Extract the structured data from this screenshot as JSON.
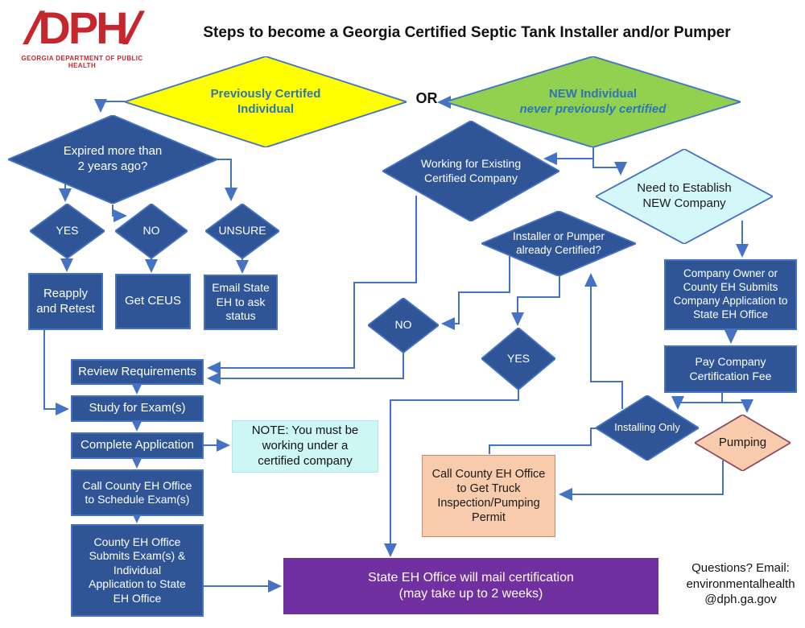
{
  "header": {
    "logo_acronym": "DPH",
    "logo_caption": "GEORGIA DEPARTMENT OF PUBLIC HEALTH",
    "title": "Steps to become a Georgia Certified Septic Tank Installer and/or Pumper"
  },
  "nodes": {
    "prev_certified": {
      "label": "Previously Certifed\nIndividual"
    },
    "or": {
      "label": "OR"
    },
    "new_individual": {
      "line1": "NEW Individual",
      "line2": "never previously certified"
    },
    "expired": {
      "label": "Expired more than\n2 years ago?"
    },
    "yes1": {
      "label": "YES"
    },
    "no1": {
      "label": "NO"
    },
    "unsure": {
      "label": "UNSURE"
    },
    "reapply": {
      "label": "Reapply\nand Retest"
    },
    "ceus": {
      "label": "Get CEUS"
    },
    "email_state": {
      "label": "Email State\nEH to ask\nstatus"
    },
    "review": {
      "label": "Review Requirements"
    },
    "study": {
      "label": "Study for Exam(s)"
    },
    "complete_app": {
      "label": "Complete Application"
    },
    "call_county": {
      "label": "Call County EH Office\nto Schedule Exam(s)"
    },
    "county_submits": {
      "label": "County EH Office\nSubmits Exam(s) &\nIndividual\nApplication to State\nEH Office"
    },
    "note": {
      "label": "NOTE: You must be\nworking under a\ncertified company"
    },
    "working": {
      "label": "Working for Existing\nCertified Company"
    },
    "installer_certified": {
      "label": "Installer or Pumper\nalready Certified?"
    },
    "no2": {
      "label": "NO"
    },
    "yes2": {
      "label": "YES"
    },
    "need_company": {
      "label": "Need to Establish\nNEW Company"
    },
    "company_app": {
      "label": "Company Owner or\nCounty EH Submits\nCompany Application to\nState EH Office"
    },
    "pay_fee": {
      "label": "Pay Company\nCertification Fee"
    },
    "installing_only": {
      "label": "Installing Only"
    },
    "pumping": {
      "label": "Pumping"
    },
    "truck": {
      "label": "Call County EH Office\nto Get Truck\nInspection/Pumping\nPermit"
    },
    "mail_cert": {
      "label": "State EH Office will mail certification\n(may take up to 2 weeks)"
    }
  },
  "footer": {
    "questions": "Questions? Email:\nenvironmentalhealth\n@dph.ga.gov"
  },
  "colors": {
    "navy": "#2F5597",
    "connector_blue": "#4472C4",
    "yellow": "#FFFF00",
    "green": "#92D050",
    "light_cyan": "#CDF7F5",
    "peach": "#F8CBAD",
    "purple": "#7030A0",
    "logo_red": "#C5272D",
    "diamond_text_blue": "#2E75B6"
  }
}
